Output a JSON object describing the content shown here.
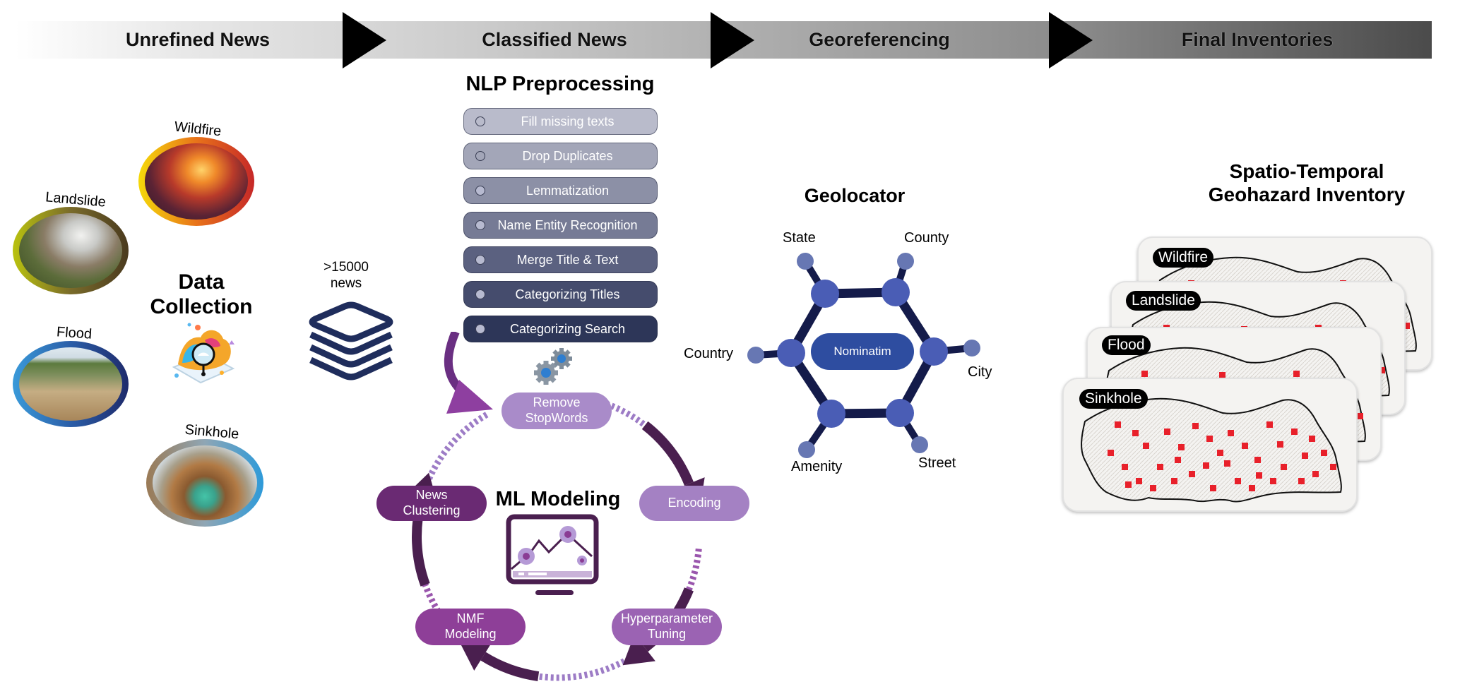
{
  "stages": [
    {
      "label": "Unrefined News"
    },
    {
      "label": "Classified News"
    },
    {
      "label": "Georeferencing"
    },
    {
      "label": "Final Inventories"
    }
  ],
  "data_collection": {
    "title_line1": "Data",
    "title_line2": "Collection",
    "icon": "data-search-icon",
    "hazards": [
      {
        "label": "Wildfire",
        "ring": [
          "#f5d90a",
          "#e8731a",
          "#c62828"
        ]
      },
      {
        "label": "Landslide",
        "ring": [
          "#b9c20f",
          "#7a6b2a",
          "#4a3a1e"
        ]
      },
      {
        "label": "Flood",
        "ring": [
          "#3a9ad9",
          "#2b5ea8",
          "#1e2a6b"
        ]
      },
      {
        "label": "Sinkhole",
        "ring": [
          "#9a7a55",
          "#8fa6b5",
          "#2d9ad9"
        ]
      }
    ]
  },
  "news_count": {
    "line1": ">15000",
    "line2": "news",
    "icon": "layers-icon",
    "color": "#1f2d5c"
  },
  "nlp": {
    "title": "NLP Preprocessing",
    "steps": [
      {
        "label": "Fill missing texts",
        "bg": "#b9bbcb"
      },
      {
        "label": "Drop Duplicates",
        "bg": "#a3a6b8"
      },
      {
        "label": "Lemmatization",
        "bg": "#8c90a6"
      },
      {
        "label": "Name Entity Recognition",
        "bg": "#767b95"
      },
      {
        "label": "Merge Title & Text",
        "bg": "#5b6180"
      },
      {
        "label": "Categorizing Titles",
        "bg": "#454c6d"
      },
      {
        "label": "Categorizing Search",
        "bg": "#2d3658"
      }
    ],
    "gears_icon": "gears-icon"
  },
  "ml": {
    "title": "ML Modeling",
    "monitor_icon": "monitor-chart-icon",
    "steps": [
      {
        "line1": "Remove",
        "line2": "StopWords",
        "bg": "#a98bc9"
      },
      {
        "line1": "Encoding",
        "line2": "",
        "bg": "#a481c3"
      },
      {
        "line1": "Hyperparameter",
        "line2": "Tuning",
        "bg": "#9b63b3"
      },
      {
        "line1": "NMF",
        "line2": "Modeling",
        "bg": "#8e3f98"
      },
      {
        "line1": "News",
        "line2": "Clustering",
        "bg": "#6a2a73"
      }
    ],
    "arrow_color": "#4a1f4f",
    "dash_color": "#9d7cc6"
  },
  "geolocator": {
    "title": "Geolocator",
    "center": "Nominatim",
    "nodes": [
      {
        "label": "State"
      },
      {
        "label": "County"
      },
      {
        "label": "City"
      },
      {
        "label": "Street"
      },
      {
        "label": "Amenity"
      },
      {
        "label": "Country"
      }
    ],
    "edge_color": "#141b4a",
    "node_color": "#4a5db5",
    "leaf_color": "#6777b3"
  },
  "inventory": {
    "title_line1": "Spatio-Temporal",
    "title_line2": "Geohazard Inventory",
    "maps": [
      {
        "label": "Wildfire"
      },
      {
        "label": "Landslide"
      },
      {
        "label": "Flood"
      },
      {
        "label": "Sinkhole"
      }
    ],
    "marker_color": "#e8202a"
  }
}
